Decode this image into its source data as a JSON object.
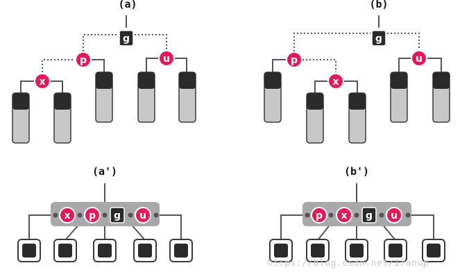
{
  "panels": [
    {
      "id": "a",
      "label": "(a)"
    },
    {
      "id": "b",
      "label": "(b)"
    },
    {
      "id": "a2",
      "label": "(a')"
    },
    {
      "id": "b2",
      "label": "(b')"
    }
  ],
  "nodes": {
    "g": "g",
    "p": "p",
    "u": "u",
    "x": "x"
  },
  "colors": {
    "red": "#e21a5a",
    "black": "#2a2a2a",
    "subtree_fill": "#c8c8c8",
    "subtree_border": "#3a3a3a",
    "edge": "#555555",
    "superNode_fill": "#a8a8a8"
  },
  "watermark": "https://blog.csdn.net/Iranup"
}
